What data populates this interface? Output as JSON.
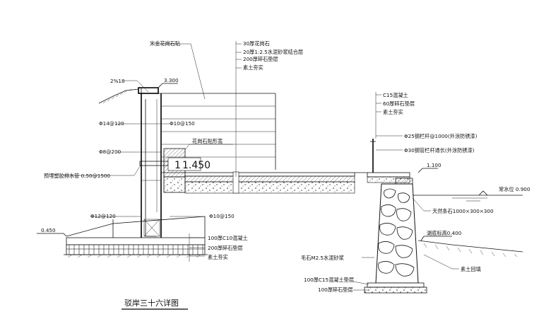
{
  "title": "驳岸三十六详图",
  "scale_value": "1",
  "left_section": {
    "top_label": "米金花岗石贴",
    "slope_label": "2%18",
    "level_top": "3.300",
    "bar1": "Φ14@120",
    "bar2": "Φ10@150",
    "bar3": "Φ8@200",
    "pipe": "预埋塑胶排水管 0.50@1500",
    "bar4": "Φ12@120",
    "bar5": "Φ10@150",
    "paving_label": "花岗石贴形宽",
    "level_paving": "1.450",
    "level_bottom": "0.450",
    "pave_layers": [
      "30厚花岗石",
      "20厚1:2.5水泥砂浆结合层",
      "200厚碎石垫层",
      "素土夯实"
    ],
    "base_layers": [
      "100厚C10混凝土",
      "200厚碎石垫层",
      "素土夯实"
    ]
  },
  "right_section": {
    "layers": [
      "C15混凝土",
      "60厚碎石垫层",
      "素土夯实"
    ],
    "railing1": "Φ25钢栏杆@1000(外涂防锈漆)",
    "railing2": "Φ30钢管栏杆通长(外涂防锈漆)",
    "level_walk": "1.100",
    "water_level": "常水位 0.900",
    "cap_stone": "天然条石1000×300×300",
    "bed_level": "湖底标高0.400",
    "mortar": "毛石M2.5水泥砂浆",
    "foundation1": "100厚C15混凝土垫层",
    "foundation2": "100厚碎石垫层",
    "fill": "素土回填"
  }
}
